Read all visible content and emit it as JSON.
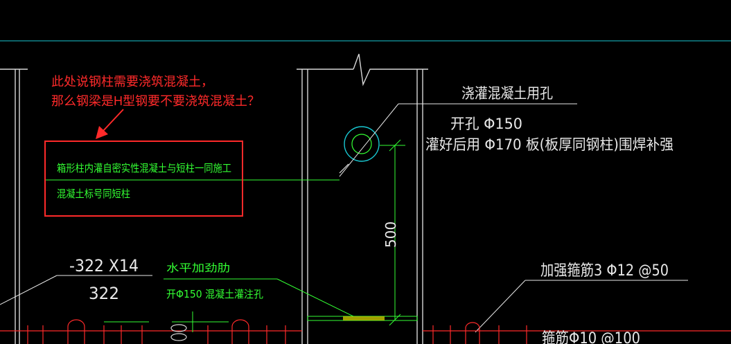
{
  "colors": {
    "background": "#000000",
    "structure_line": "#d8d8d8",
    "axis_line": "#19c8d2",
    "green_text": "#33ff33",
    "annotation_red": "#ff2a2a",
    "rebar_red": "#ff2a2a",
    "dim_green": "#33ff33"
  },
  "annotation": {
    "line1": "此处说钢柱需要浇筑混凝土，",
    "line2": "那么钢梁是H型钢要不要浇筑混凝土？"
  },
  "boxed_note": {
    "line1": "箱形柱内灌自密实性混凝土与短柱一同施工",
    "line2": "混凝土标号同短柱"
  },
  "hole_note": {
    "title": "浇灌混凝土用孔",
    "line1": "开孔 Φ150",
    "line2": "灌好后用 Φ170 板(板厚同钢柱)围焊补强"
  },
  "dimension": {
    "value": "500"
  },
  "plate_label": {
    "top": "-322 X14",
    "bottom": "322"
  },
  "stiffener_note": {
    "line1": "水平加劲肋",
    "line2": "开Φ150 混凝土灌注孔"
  },
  "rebar_notes": {
    "reinforcing_stirrup": "加强箍筋3 Φ12 @50",
    "stirrup": "箍筋Φ10 @100"
  }
}
